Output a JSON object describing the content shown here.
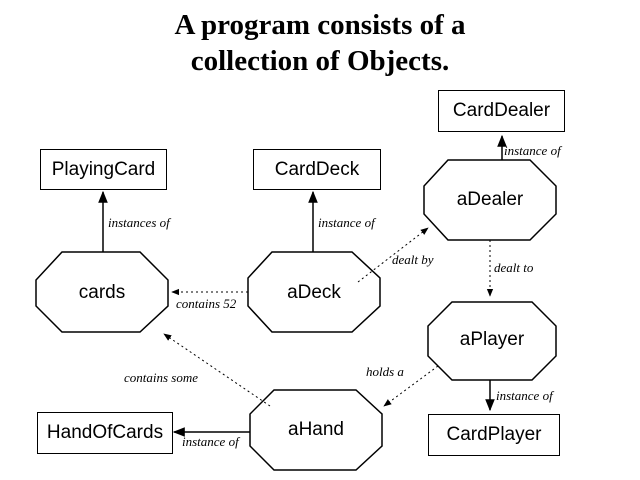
{
  "title": {
    "line1": "A program consists of a",
    "line2": "collection of Objects."
  },
  "classes": {
    "card_dealer": "CardDealer",
    "playing_card": "PlayingCard",
    "card_deck": "CardDeck",
    "hand_of_cards": "HandOfCards",
    "card_player": "CardPlayer"
  },
  "objects": {
    "cards": "cards",
    "a_deck": "aDeck",
    "a_dealer": "aDealer",
    "a_player": "aPlayer",
    "a_hand": "aHand"
  },
  "relations": {
    "instance_of_dealer": "instance of",
    "instances_of_card": "instances of",
    "instance_of_deck": "instance of",
    "dealt_by": "dealt by",
    "dealt_to": "dealt to",
    "contains_52": "contains 52",
    "contains_some": "contains some",
    "holds_a": "holds a",
    "instance_of_player": "instance of",
    "instance_of_hand": "instance of"
  }
}
